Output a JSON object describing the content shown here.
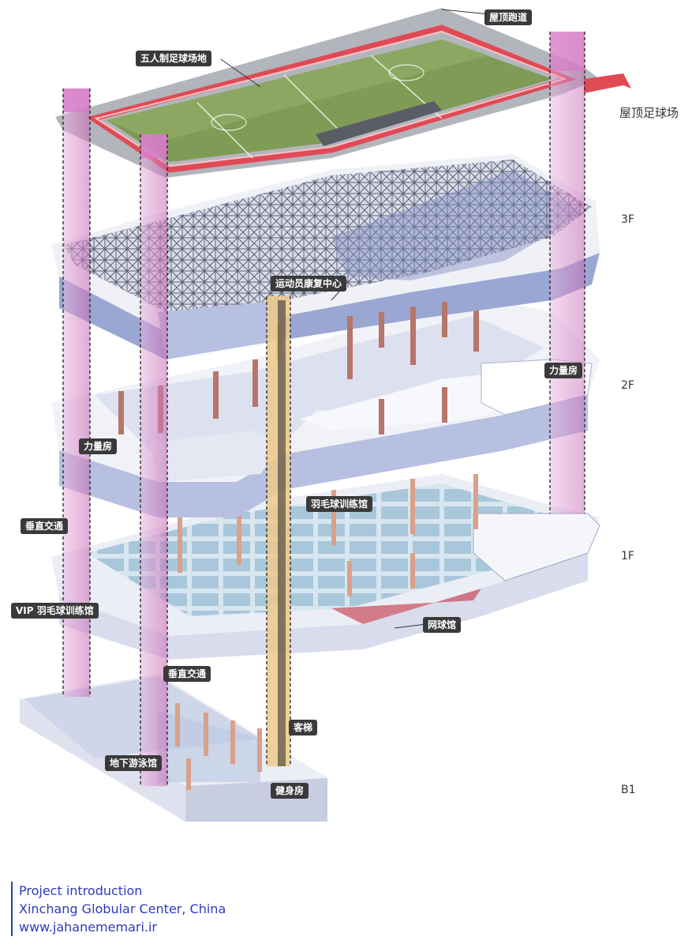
{
  "labels": {
    "roof_track": "屋顶跑道",
    "five_a_side": "五人制足球场地",
    "roof_field": "屋顶足球场",
    "rehab_center": "运动员康复中心",
    "weight_room_2f_right": "力量房",
    "weight_room_2f_left": "力量房",
    "badminton_hall": "羽毛球训练馆",
    "vertical_circ_left": "垂直交通",
    "vip_badminton": "VIP 羽毛球训练馆",
    "tennis_hall": "网球馆",
    "vertical_circ_b1": "垂直交通",
    "passenger_elevator": "客梯",
    "underground_pool": "地下游泳馆",
    "gym": "健身房"
  },
  "floors": {
    "f3": "3F",
    "f2": "2F",
    "f1": "1F",
    "b1": "B1"
  },
  "intro": {
    "line1": "Project introduction",
    "line2": "Xinchang Globular Center, China",
    "line3": "www.jahanememari.ir"
  },
  "colors": {
    "slab": "#9aa7d3",
    "slab_edge": "#7f8cc0",
    "wall": "#eef0f8",
    "core_pink": "#d77ac7",
    "turf": "#7f9b55",
    "track": "#e04a55",
    "elevator": "#efc98a",
    "tag_bg": "#3a3a3a",
    "intro_text": "#2b3bbd"
  }
}
